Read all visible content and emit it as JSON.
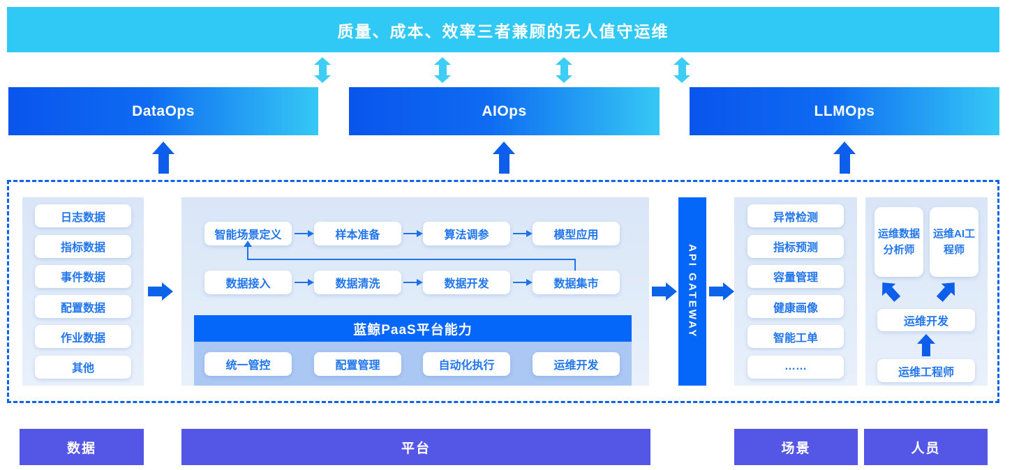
{
  "banner": {
    "title": "质量、成本、效率三者兼顾的无人值守运维"
  },
  "ops_layers": [
    {
      "label": "DataOps"
    },
    {
      "label": "AIOps"
    },
    {
      "label": "LLMOps"
    }
  ],
  "platform": {
    "sources": {
      "items": [
        "日志数据",
        "指标数据",
        "事件数据",
        "配置数据",
        "作业数据",
        "其他"
      ]
    },
    "ml_flow": {
      "steps": [
        "智能场景定义",
        "样本准备",
        "算法调参",
        "模型应用"
      ]
    },
    "data_flow": {
      "steps": [
        "数据接入",
        "数据清洗",
        "数据开发",
        "数据集市"
      ]
    },
    "paas": {
      "title": "蓝鲸PaaS平台能力",
      "items": [
        "统一管控",
        "配置管理",
        "自动化执行",
        "运维开发"
      ]
    },
    "gateway": {
      "label": "API GATEWAY"
    },
    "scenarios": {
      "items": [
        "异常检测",
        "指标预测",
        "容量管理",
        "健康画像",
        "智能工单",
        "……"
      ]
    },
    "people": {
      "analyst": "运维数据分析师",
      "ai_engineer": "运维AI工程师",
      "dev": "运维开发",
      "engineer": "运维工程师"
    }
  },
  "footer": {
    "items": [
      "数据",
      "平台",
      "场景",
      "人员"
    ]
  },
  "colors": {
    "banner_cyan": "#30C8F4",
    "arrow_cyan": "#3ECDF4",
    "gradient_blue_start": "#0A55EC",
    "gradient_cyan_end": "#35C8F4",
    "primary_blue": "#0B63EA",
    "paas_blue": "#0567FA",
    "pill_text_blue": "#2176EC",
    "panel_light_blue": "#DDE9F8",
    "periwinkle": "#ABC7F3",
    "footer_purple": "#5457E6"
  }
}
